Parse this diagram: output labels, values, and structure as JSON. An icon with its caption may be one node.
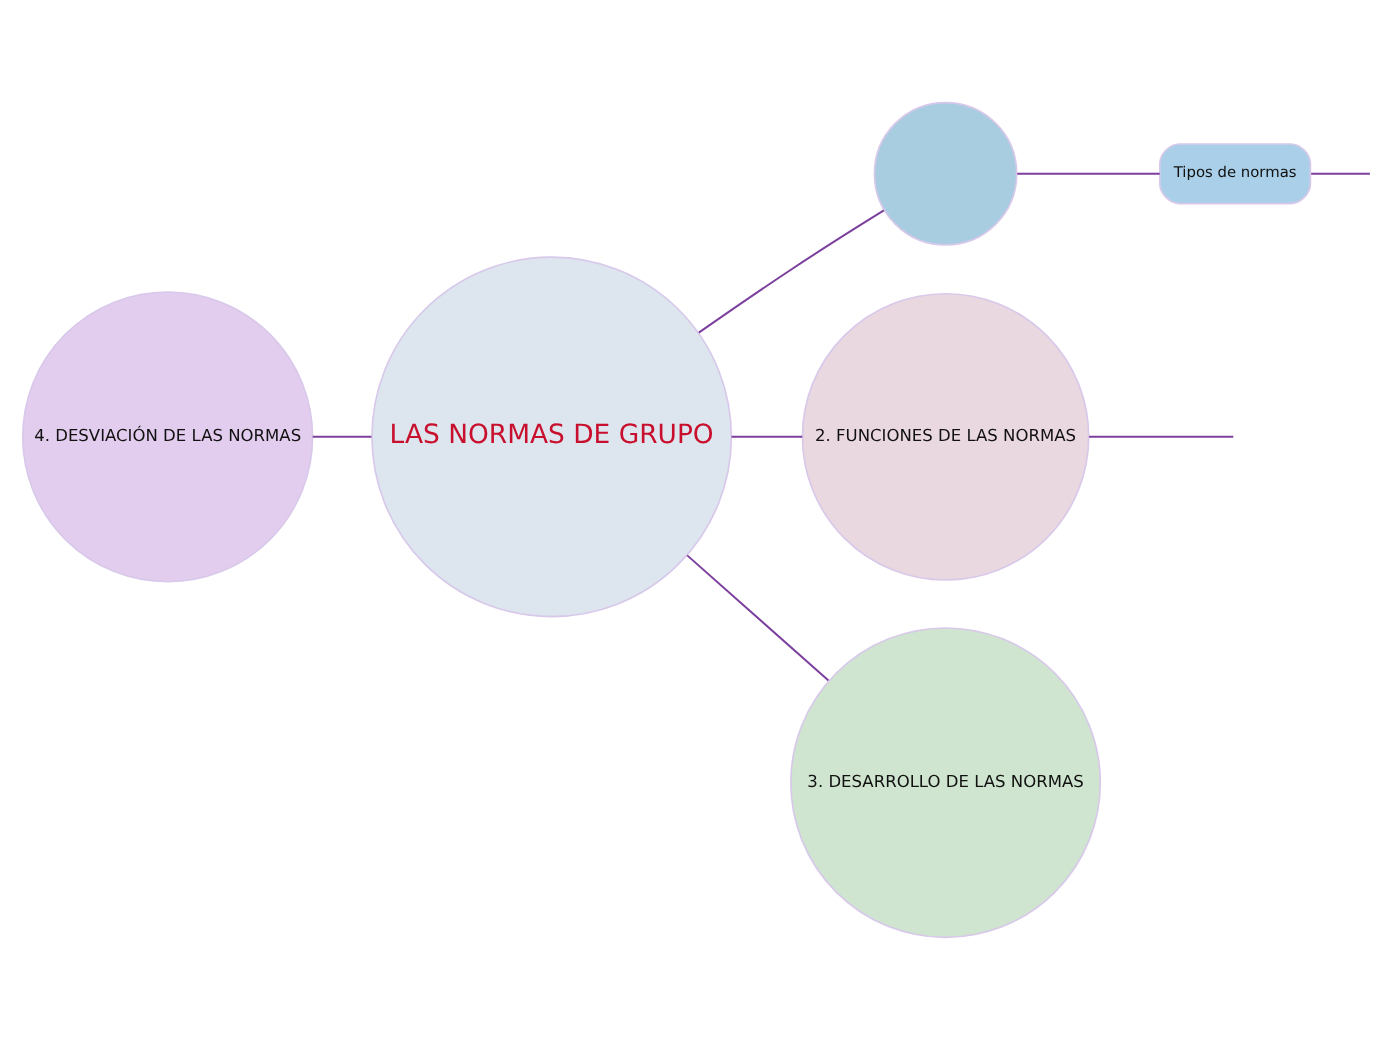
{
  "diagram": {
    "nodes": [
      {
        "text": [
          "LAS NORMAS DE GRUPO"
        ]
      },
      {
        "text": [],
        "shape": "circle"
      },
      {
        "text": [
          "Tipos de normas"
        ]
      },
      {
        "text": [
          "2. FUNCIONES DE LAS NORMAS"
        ]
      },
      {
        "text": [
          "3. DESARROLLO DE LAS NORMAS"
        ]
      },
      {
        "text": [
          "4. DESVIACIÓN DE LAS NORMAS"
        ]
      }
    ],
    "edges": [
      {
        "from": 0,
        "to": 1,
        "arrow": "none"
      },
      {
        "from": 1,
        "to": 2,
        "arrow": "none"
      },
      {
        "from": 2,
        "to": null,
        "arrow": "none"
      },
      {
        "from": 0,
        "to": 3,
        "arrow": "none"
      },
      {
        "from": 3,
        "to": null,
        "arrow": "none"
      },
      {
        "from": 0,
        "to": 4,
        "arrow": "none"
      },
      {
        "from": 0,
        "to": 5,
        "arrow": "none"
      }
    ]
  }
}
